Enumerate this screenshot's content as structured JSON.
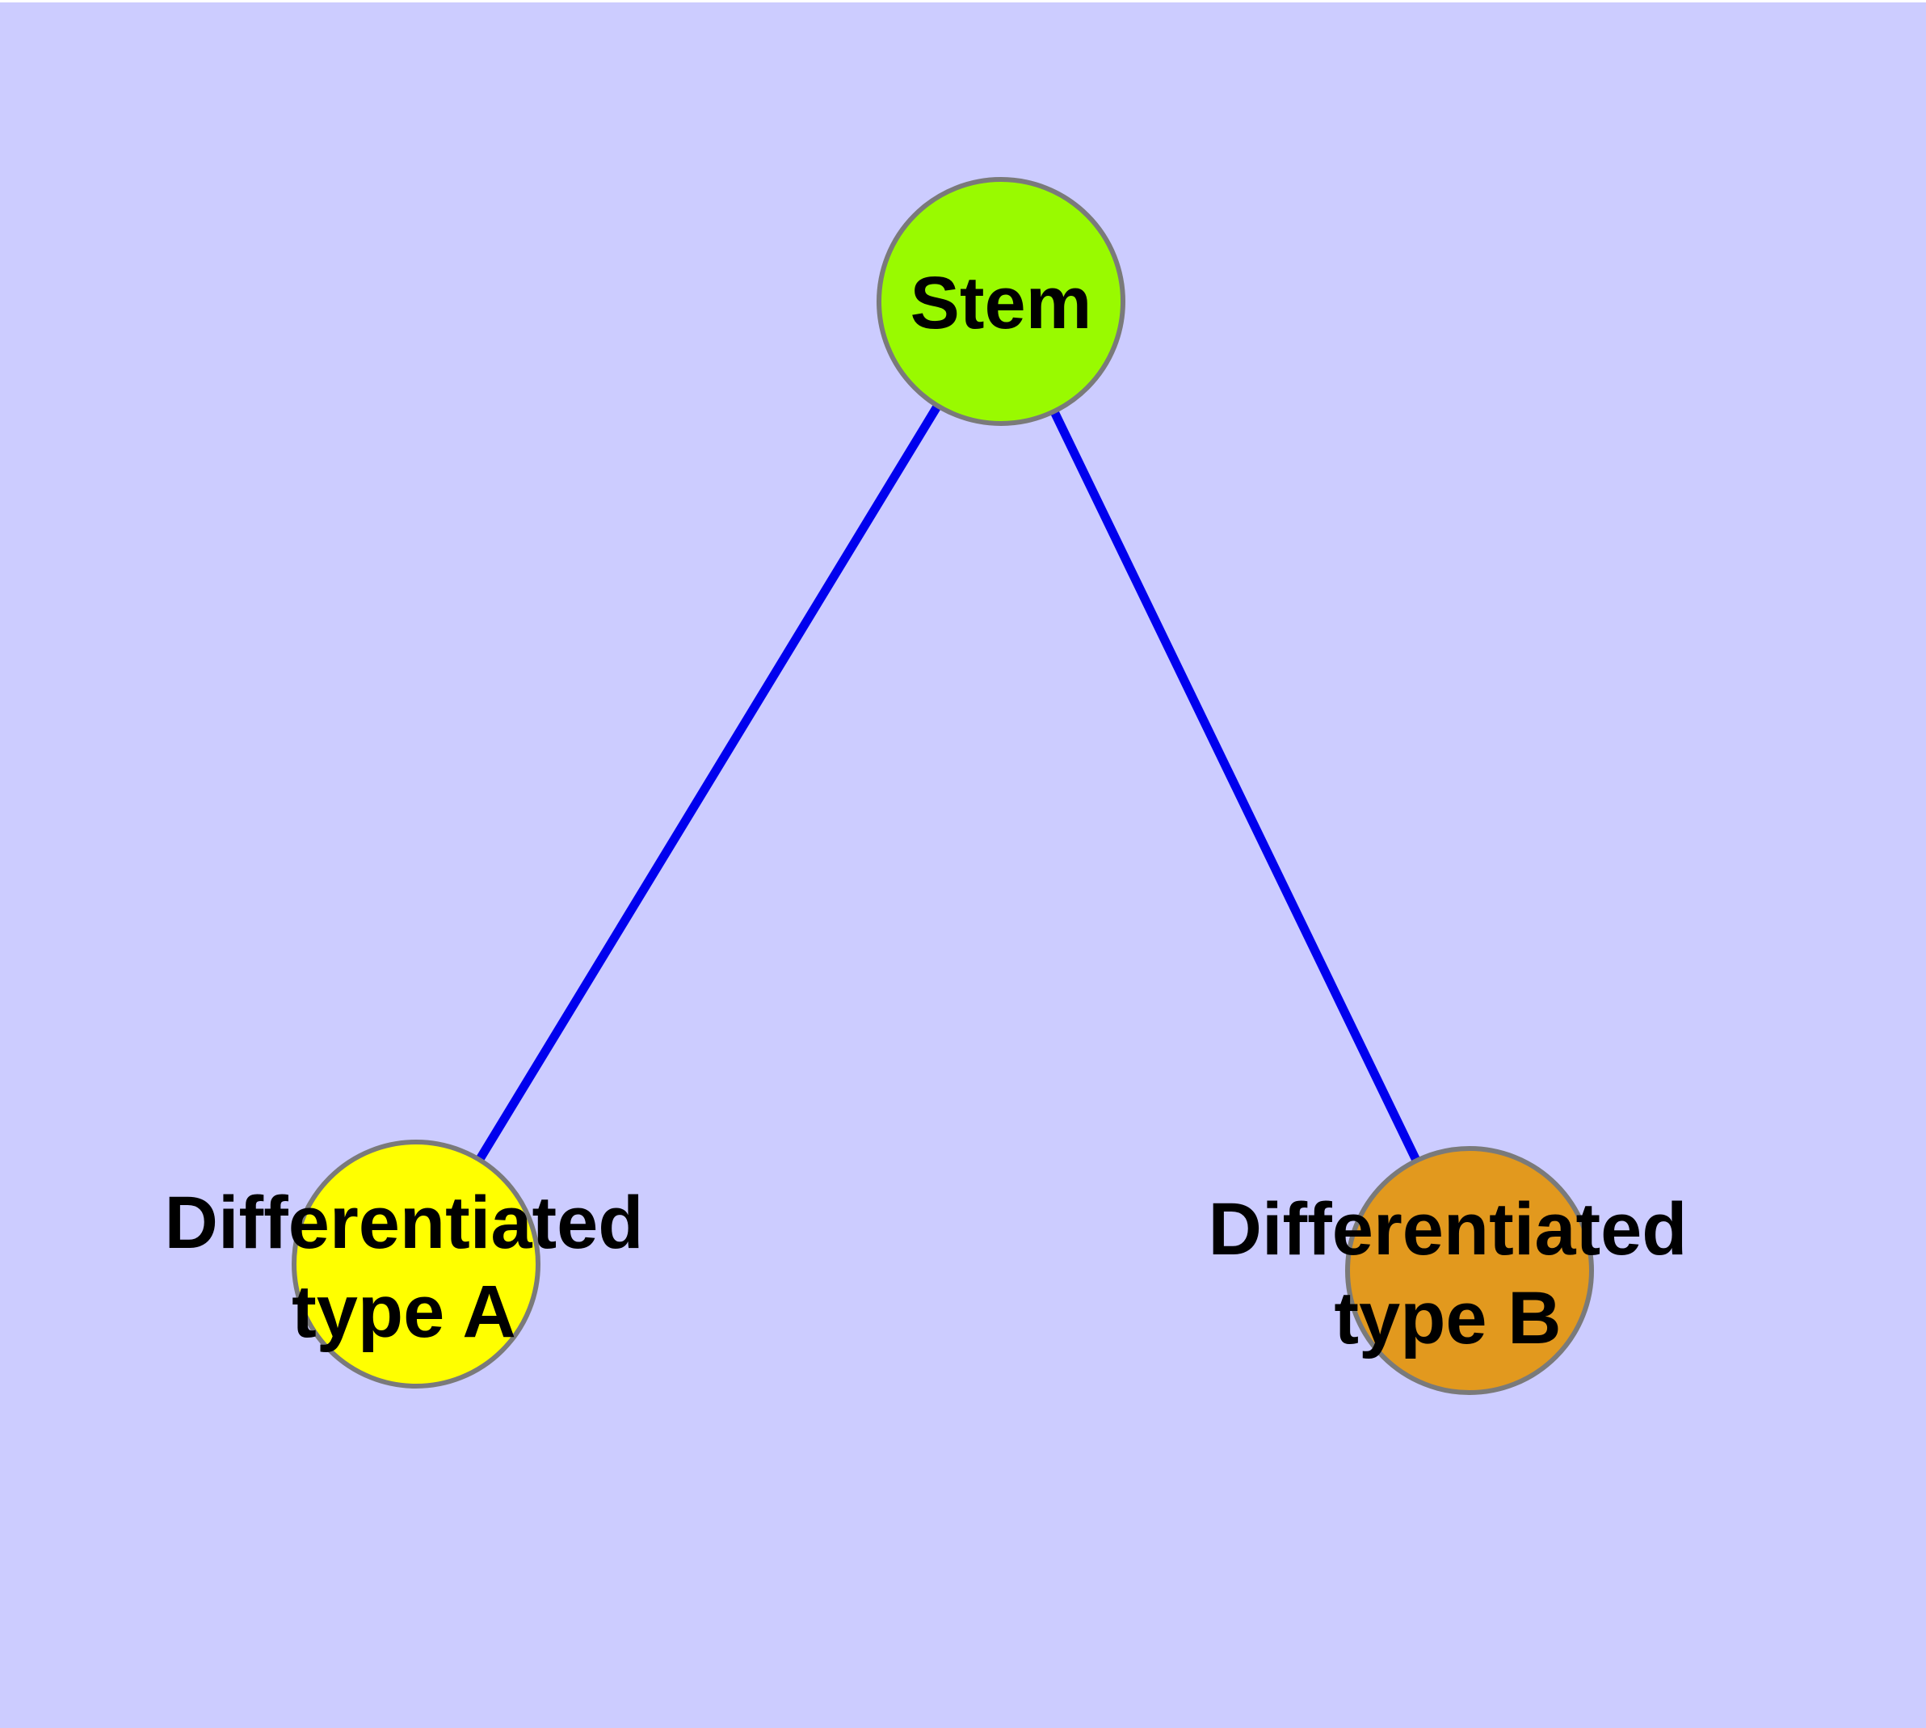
{
  "diagram": {
    "background_color": "#CCCCFF",
    "margin_color": "#FFFFFF",
    "edge_color": "#0000EE",
    "node_border_color": "#7A7A7A",
    "label_color": "#000000",
    "nodes": [
      {
        "id": "stem",
        "label": "Stem",
        "line1": "Stem",
        "line2": "",
        "fill": "#99FA00"
      },
      {
        "id": "differentiated-type-a",
        "label": "Differentiated type A",
        "line1": "Differentiated",
        "line2": "type A",
        "fill": "#FFFF00"
      },
      {
        "id": "differentiated-type-b",
        "label": "Differentiated type B",
        "line1": "Differentiated",
        "line2": "type B",
        "fill": "#E2991E"
      }
    ],
    "edges": [
      {
        "from": "Stem",
        "to": "Differentiated type A"
      },
      {
        "from": "Stem",
        "to": "Differentiated type B"
      }
    ]
  }
}
